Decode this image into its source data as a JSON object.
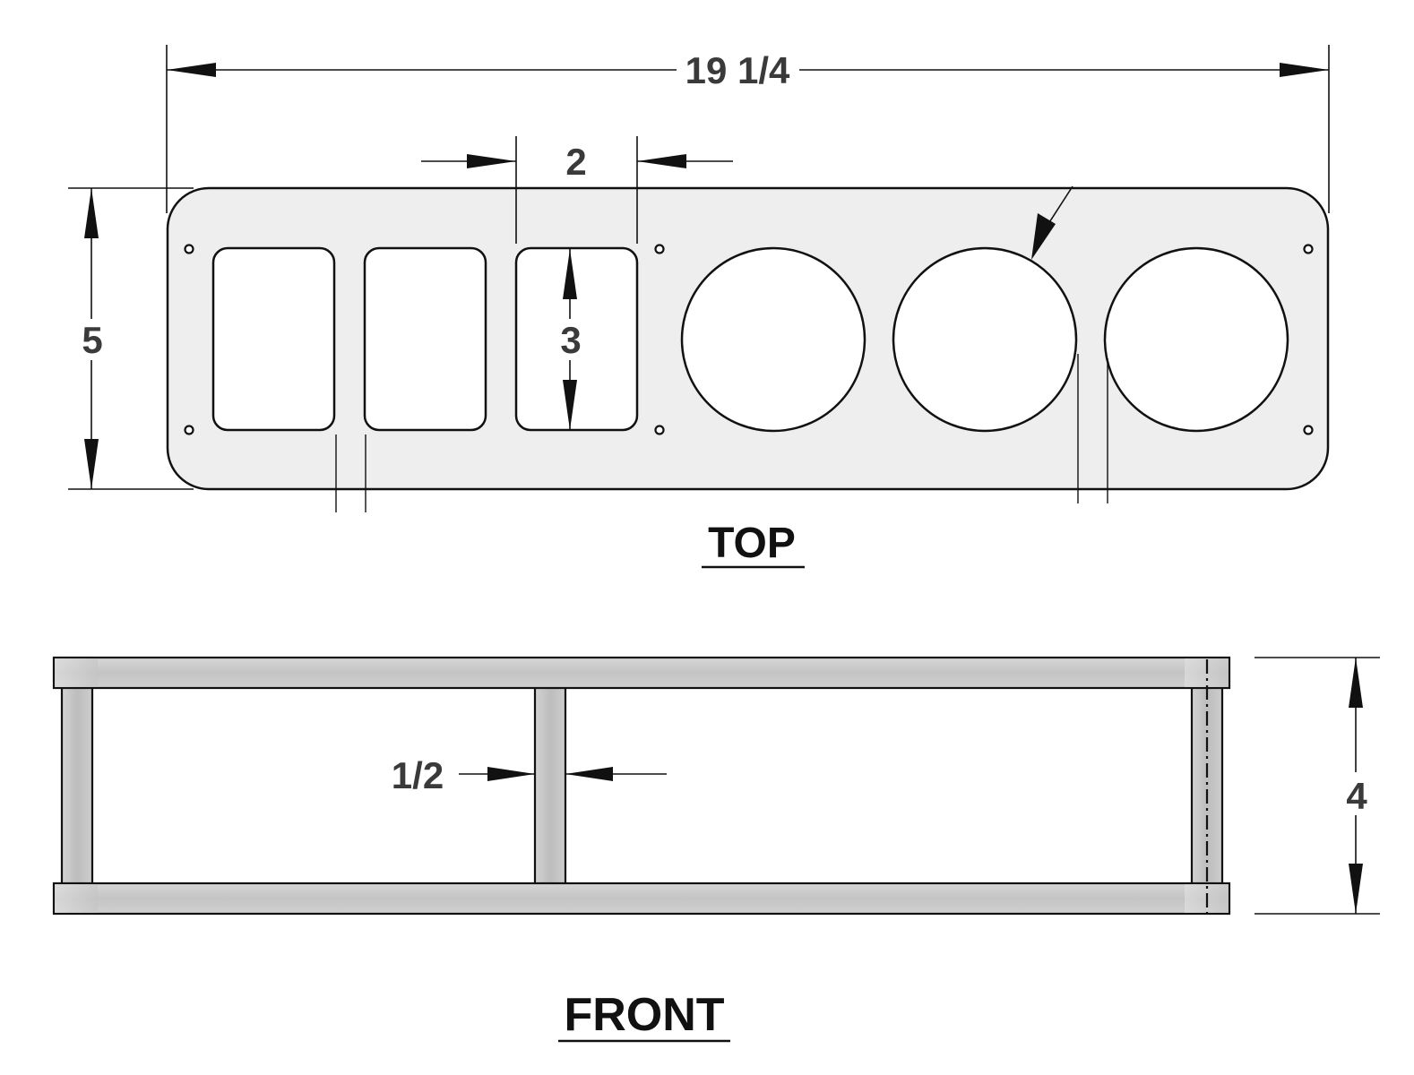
{
  "top_view": {
    "title": "TOP",
    "dimensions": {
      "overall_length": "19 1/4",
      "overall_width": "5",
      "opening_width": "2",
      "opening_height": "3"
    },
    "rectangular_openings": 3,
    "round_openings": 3,
    "mounting_holes": 6
  },
  "front_view": {
    "title": "FRONT",
    "dimensions": {
      "divider_thickness": "1/2",
      "overall_height": "4"
    }
  },
  "colors": {
    "line": "#111111",
    "plate_fill": "#eeeeee",
    "dim_text": "#3a3a3a",
    "board_fill": "#c9c9c9"
  }
}
